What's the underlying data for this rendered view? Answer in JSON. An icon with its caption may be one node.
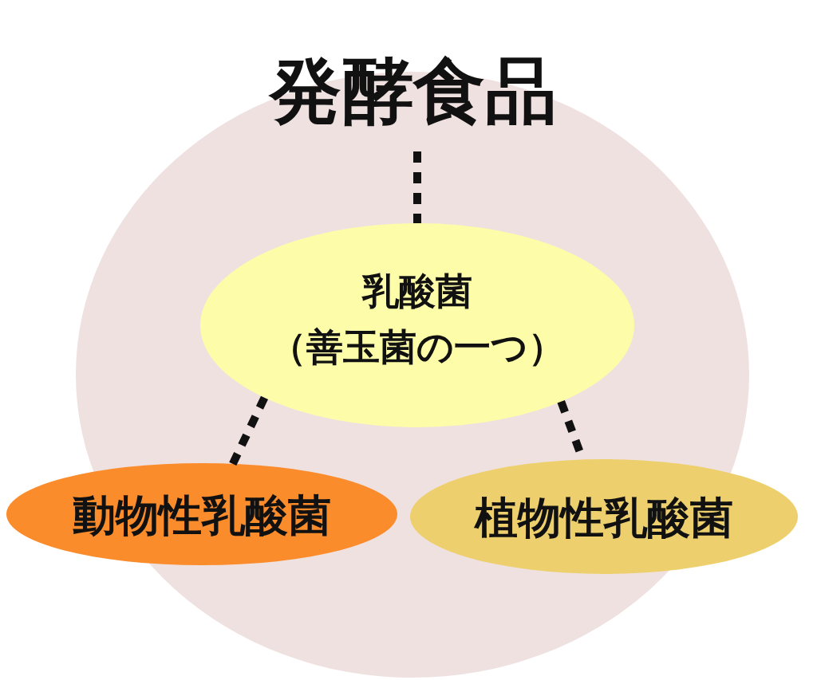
{
  "diagram": {
    "nodes": [
      {
        "text": [
          "発酵食品"
        ]
      },
      {
        "text": [
          "乳酸菌",
          "（善玉菌の一つ）"
        ],
        "in": 0
      },
      {
        "text": [
          "動物性乳酸菌"
        ]
      },
      {
        "text": [
          "植物性乳酸菌"
        ]
      }
    ],
    "edges": [
      {
        "from": 0,
        "to": 1,
        "arrow": "none",
        "style": "dashed"
      },
      {
        "from": 1,
        "to": 2,
        "arrow": "none",
        "style": "dashed"
      },
      {
        "from": 1,
        "to": 3,
        "arrow": "none",
        "style": "dashed"
      }
    ]
  }
}
